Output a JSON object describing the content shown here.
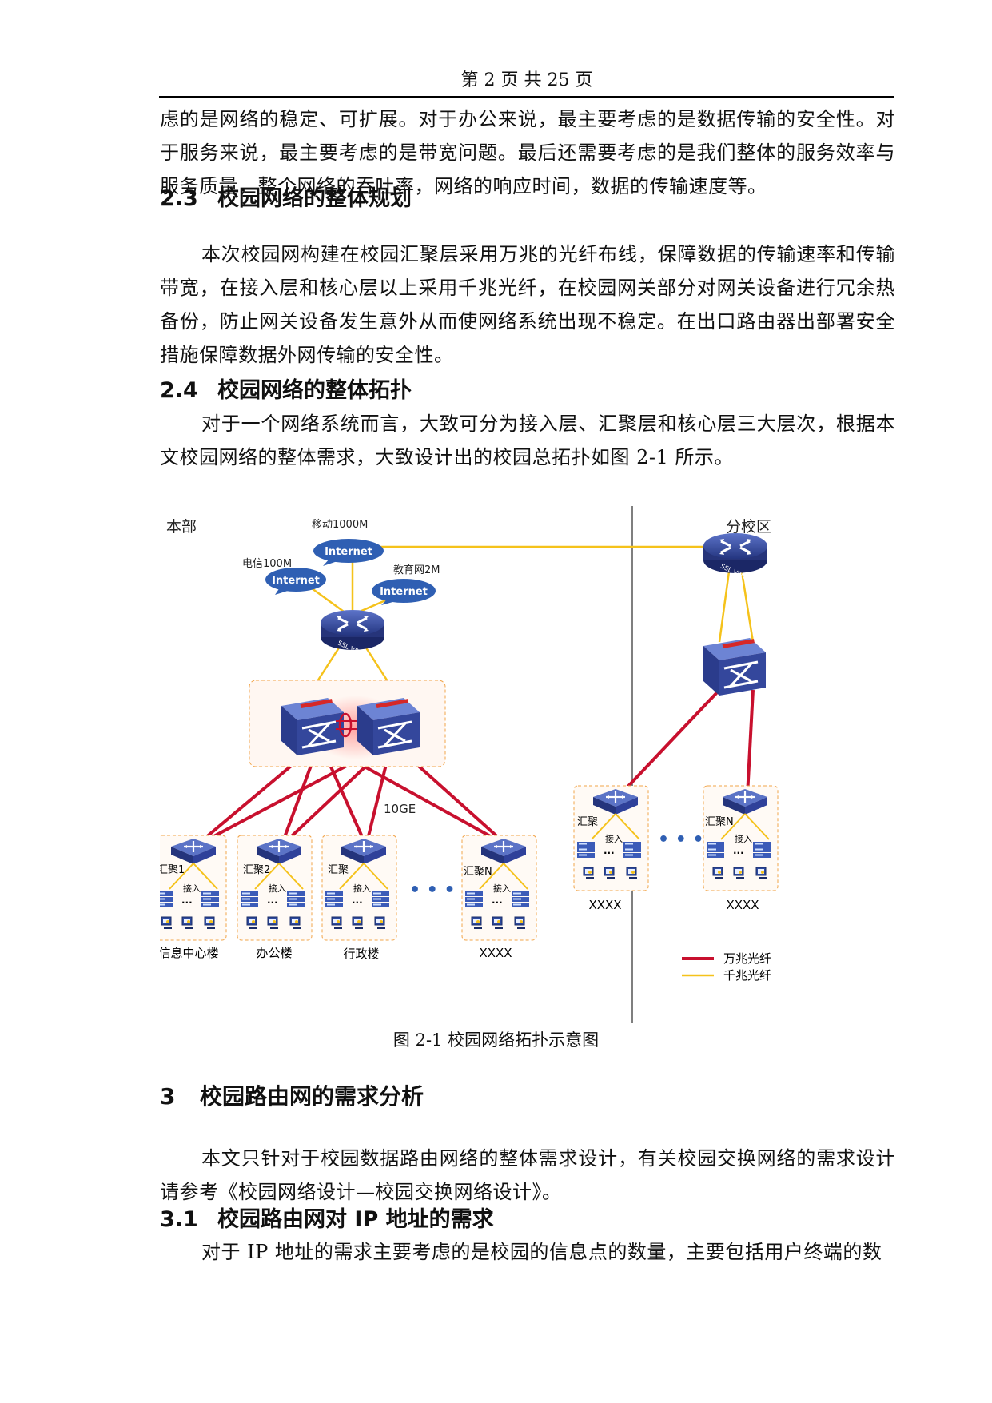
{
  "header": {
    "page_label": "第 2 页  共 25 页"
  },
  "paragraphs": {
    "p1": "虑的是网络的稳定、可扩展。对于办公来说，最主要考虑的是数据传输的安全性。对于服务来说，最主要考虑的是带宽问题。最后还需要考虑的是我们整体的服务效率与服务质量，整个网络的吞吐率，网络的响应时间，数据的传输速度等。",
    "p2": "本次校园网构建在校园汇聚层采用万兆的光纤布线，保障数据的传输速率和传输带宽，在接入层和核心层以上采用千兆光纤，在校园网关部分对网关设备进行冗余热备份，防止网关设备发生意外从而使网络系统出现不稳定。在出口路由器出部署安全措施保障数据外网传输的安全性。",
    "p3": "对于一个网络系统而言，大致可分为接入层、汇聚层和核心层三大层次，根据本文校园网络的整体需求，大致设计出的校园总拓扑如图 2-1 所示。",
    "p4": "本文只针对于校园数据路由网络的整体需求设计，有关校园交换网络的需求设计请参考《校园网络设计—校园交换网络设计》。",
    "p5": "对于 IP 地址的需求主要考虑的是校园的信息点的数量，主要包括用户终端的数"
  },
  "headings": {
    "h23": {
      "num": "2.3",
      "title": "校园网络的整体规划"
    },
    "h24": {
      "num": "2.4",
      "title": "校园网络的整体拓扑"
    },
    "h3": {
      "num": "3",
      "title": "校园路由网的需求分析"
    },
    "h31": {
      "num": "3.1",
      "title": "校园路由网对 IP 地址的需求"
    }
  },
  "figure": {
    "caption": "图 2-1  校园网络拓扑示意图",
    "main_campus_label": "本部",
    "branch_campus_label": "分校区",
    "internet_label": "Internet",
    "isp_mobile": "移动1000M",
    "isp_telecom": "电信100M",
    "isp_edu": "教育网2M",
    "vpn_label": "SSL VPN",
    "link_10ge": "10GE",
    "agg_label": "汇聚",
    "agg_1": "汇聚1",
    "agg_2": "汇聚2",
    "agg_n": "汇聚N",
    "access_label": "接入",
    "bldg_info": "信息中心楼",
    "bldg_office": "办公楼",
    "bldg_admin": "行政楼",
    "bldg_x": "XXXX",
    "ellipsis": "• • •",
    "legend_10g": "万兆光纤",
    "legend_1g": "千兆光纤",
    "colors": {
      "red_link": "#c8102e",
      "yellow_link": "#f5c21b",
      "device": "#2c3e8f",
      "cloud": "#2f5fb3",
      "box_border": "#f2a54a"
    }
  }
}
